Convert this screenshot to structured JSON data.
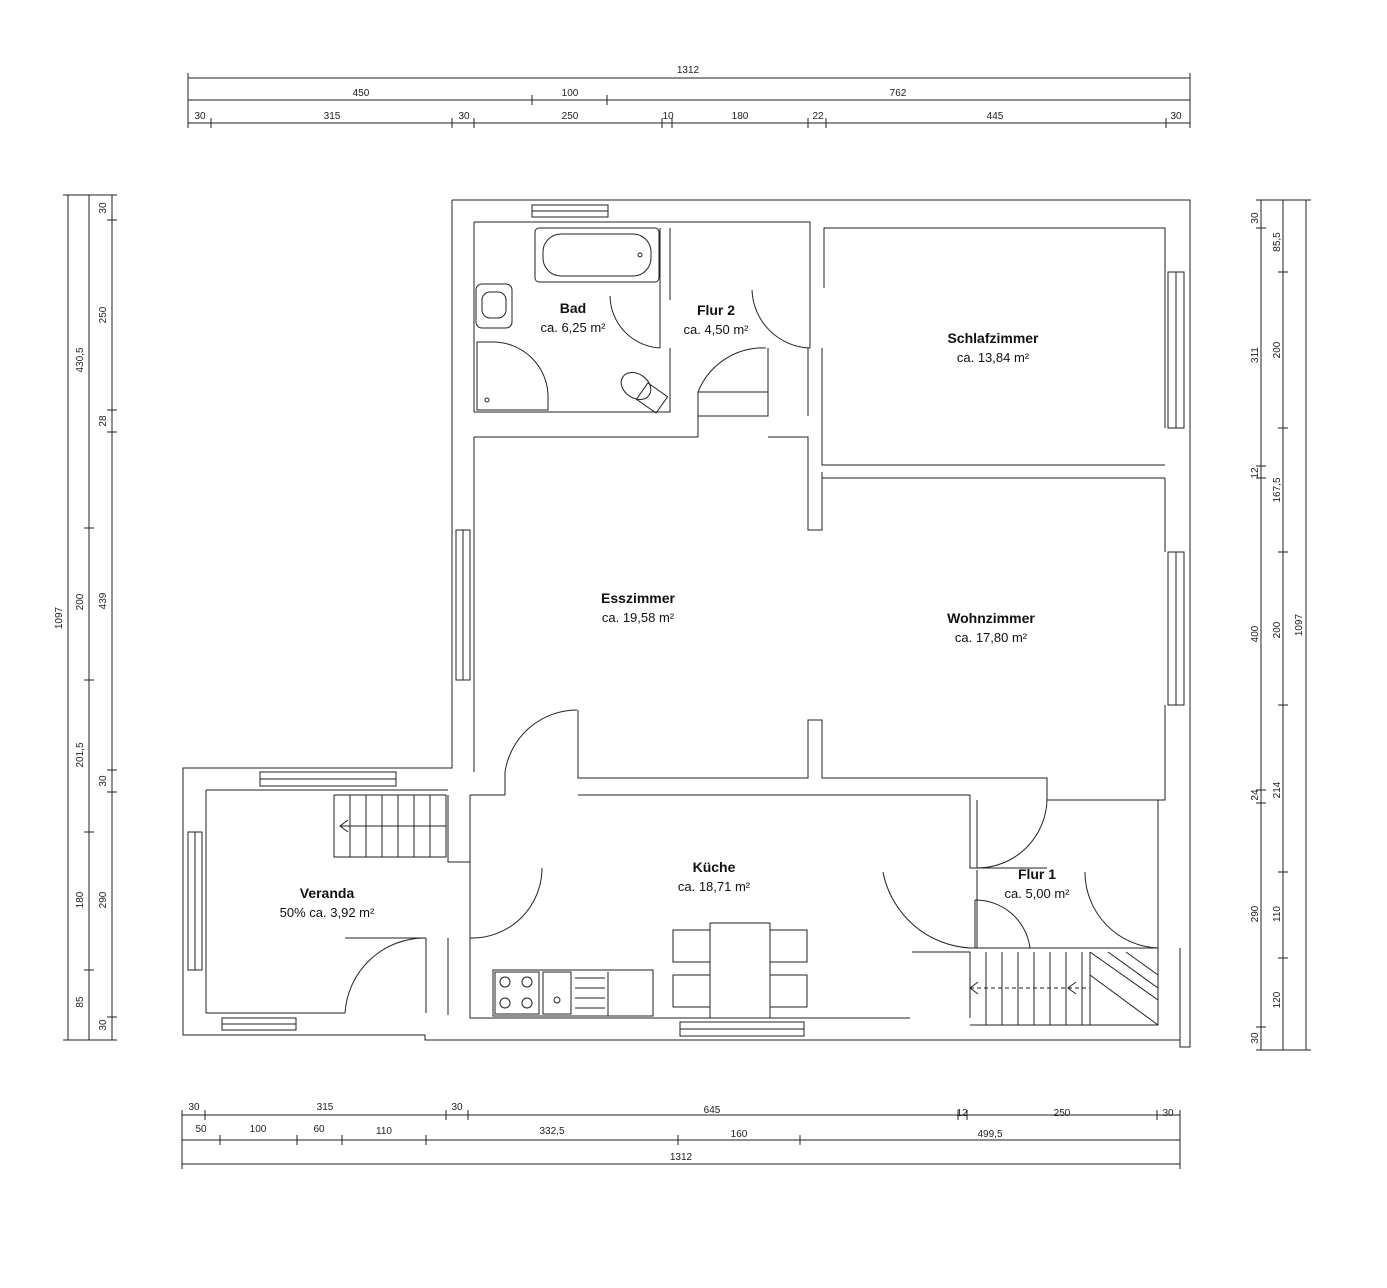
{
  "rooms": [
    {
      "id": "bad",
      "name": "Bad",
      "area": "ca. 6,25 m²"
    },
    {
      "id": "flur2",
      "name": "Flur 2",
      "area": "ca. 4,50 m²"
    },
    {
      "id": "schlafzimmer",
      "name": "Schlafzimmer",
      "area": "ca. 13,84 m²"
    },
    {
      "id": "esszimmer",
      "name": "Esszimmer",
      "area": "ca. 19,58 m²"
    },
    {
      "id": "wohnzimmer",
      "name": "Wohnzimmer",
      "area": "ca. 17,80 m²"
    },
    {
      "id": "kueche",
      "name": "Küche",
      "area": "ca. 18,71 m²"
    },
    {
      "id": "veranda",
      "name": "Veranda",
      "area": "50% ca. 3,92 m²"
    },
    {
      "id": "flur1",
      "name": "Flur 1",
      "area": "ca. 5,00 m²"
    }
  ],
  "dimensions": {
    "top": {
      "row1": [
        "1312"
      ],
      "row2": [
        "450",
        "100",
        "762"
      ],
      "row3": [
        "30",
        "315",
        "30",
        "250",
        "10",
        "180",
        "22",
        "445",
        "30"
      ]
    },
    "bottom": {
      "row1": [
        "30",
        "315",
        "30",
        "645",
        "12",
        "250",
        "30"
      ],
      "row2": [
        "50",
        "100",
        "60",
        "110",
        "332,5",
        "160",
        "499,5"
      ],
      "row3": [
        "1312"
      ]
    },
    "left": {
      "outer": [
        "1097"
      ],
      "middle": [
        "430,5",
        "200",
        "201,5",
        "180",
        "85"
      ],
      "inner": [
        "30",
        "250",
        "28",
        "439",
        "30",
        "290",
        "30"
      ]
    },
    "right": {
      "inner": [
        "30",
        "311",
        "12",
        "400",
        "24",
        "290",
        "30"
      ],
      "middle": [
        "85,5",
        "200",
        "167,5",
        "200",
        "214",
        "110",
        "120"
      ],
      "outer": [
        "1097"
      ]
    }
  }
}
